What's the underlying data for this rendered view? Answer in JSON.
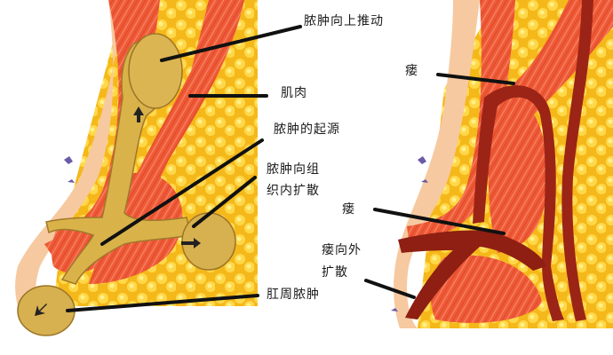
{
  "diagram": {
    "type": "anatomical-cross-section",
    "panels": [
      {
        "id": "left",
        "subject": "perianal abscess progression",
        "labels": [
          {
            "key": "abscess_push_up",
            "text": "脓肿向上推动"
          },
          {
            "key": "muscle",
            "text": "肌肉"
          },
          {
            "key": "abscess_origin",
            "text": "脓肿的起源"
          },
          {
            "key": "abscess_spread_line1",
            "text": "脓肿向组"
          },
          {
            "key": "abscess_spread_line2",
            "text": "织内扩散"
          },
          {
            "key": "perianal_abscess",
            "text": "肛周脓肿"
          }
        ]
      },
      {
        "id": "right",
        "subject": "anal fistula",
        "labels": [
          {
            "key": "fistula_top",
            "text": "瘘"
          },
          {
            "key": "fistula_mid",
            "text": "瘘"
          },
          {
            "key": "fistula_out_line1",
            "text": "瘘向外"
          },
          {
            "key": "fistula_out_line2",
            "text": "扩散"
          }
        ]
      }
    ],
    "colors": {
      "fat": "#f7c21e",
      "fat_highlight": "#ffe066",
      "muscle": "#ef5a36",
      "muscle_light": "#f58a62",
      "skin": "#f6c9a0",
      "abscess": "#d9b24a",
      "abscess_dark": "#a0782a",
      "fistula": "#9b2416",
      "vessel": "#6a5aa8",
      "leader_line": "#111111"
    }
  }
}
